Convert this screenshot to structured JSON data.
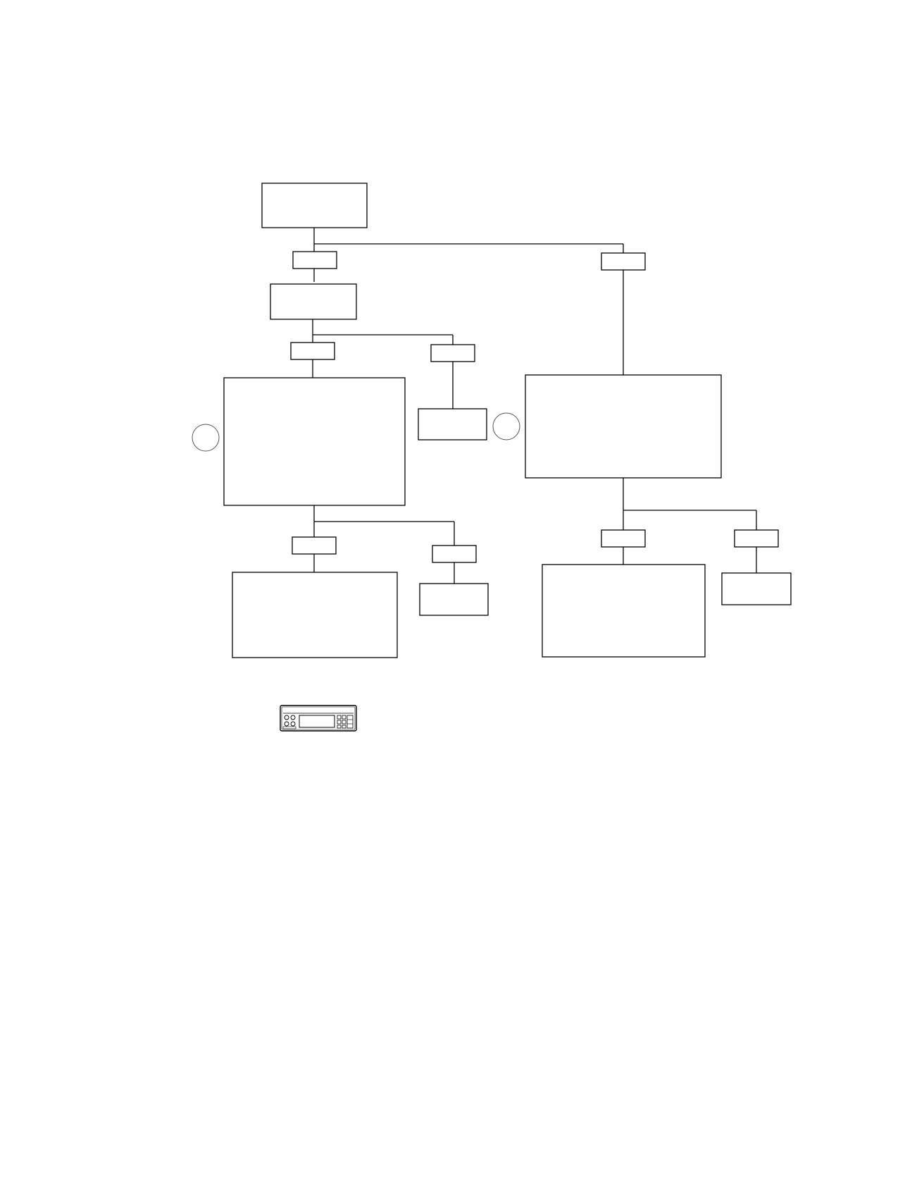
{
  "diagram": {
    "type": "flowchart",
    "title": "",
    "colors": {
      "stroke": "#000000",
      "circle_stroke": "#555555",
      "background": "#ffffff"
    },
    "nodes": [
      {
        "id": "start",
        "kind": "box",
        "label": ""
      },
      {
        "id": "decision-left",
        "kind": "label-box",
        "label": ""
      },
      {
        "id": "decision-right",
        "kind": "label-box",
        "label": ""
      },
      {
        "id": "step-2",
        "kind": "box",
        "label": ""
      },
      {
        "id": "decision-2a",
        "kind": "label-box",
        "label": ""
      },
      {
        "id": "decision-2b",
        "kind": "label-box",
        "label": ""
      },
      {
        "id": "step-3",
        "kind": "box",
        "label": ""
      },
      {
        "id": "result-2b",
        "kind": "box",
        "label": ""
      },
      {
        "id": "step-right",
        "kind": "box",
        "label": ""
      },
      {
        "id": "decision-3a",
        "kind": "label-box",
        "label": ""
      },
      {
        "id": "decision-3b",
        "kind": "label-box",
        "label": ""
      },
      {
        "id": "result-3a",
        "kind": "box",
        "label": ""
      },
      {
        "id": "result-3b",
        "kind": "box",
        "label": ""
      },
      {
        "id": "decision-r-a",
        "kind": "label-box",
        "label": ""
      },
      {
        "id": "decision-r-b",
        "kind": "label-box",
        "label": ""
      },
      {
        "id": "result-r-a",
        "kind": "box",
        "label": ""
      },
      {
        "id": "result-r-b",
        "kind": "box",
        "label": ""
      },
      {
        "id": "marker-left",
        "kind": "circle",
        "label": ""
      },
      {
        "id": "marker-right",
        "kind": "circle",
        "label": ""
      }
    ],
    "device_icon": "radio-head-unit-icon"
  }
}
